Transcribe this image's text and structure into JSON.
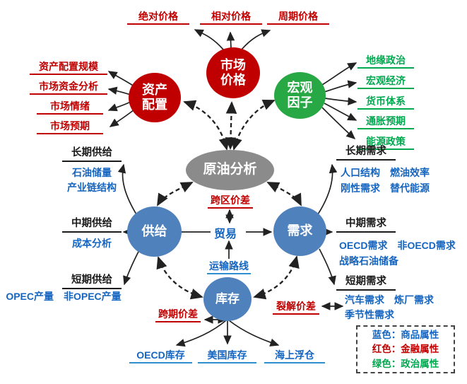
{
  "title": "原油分析框架图",
  "colors": {
    "red": "#c00000",
    "blue": "#1565c0",
    "blue-u": "#2e8fce",
    "green": "#00a84f",
    "black": "#1a1a1a",
    "circle-blue": "#4f81bd",
    "circle-green": "#27a844",
    "gray": "#8b8b8b"
  },
  "hubs": {
    "center": "原油分析",
    "market_price": "市场\n价格",
    "asset_alloc": "资产\n配置",
    "macro_factor": "宏观\n因子",
    "supply": "供给",
    "demand": "需求",
    "inventory": "库存",
    "trade": "贸易"
  },
  "price_labels": [
    "绝对价格",
    "相对价格",
    "周期价格"
  ],
  "asset_labels": [
    "资产配置规模",
    "市场资金分析",
    "市场情绪",
    "市场预期"
  ],
  "macro_labels": [
    "地缘政治",
    "宏观经济",
    "货币体系",
    "通胀预期",
    "能源政策"
  ],
  "supply_sections": [
    {
      "title": "长期供给",
      "items": [
        "石油储量",
        "产业链结构"
      ]
    },
    {
      "title": "中期供给",
      "items": [
        "成本分析"
      ]
    },
    {
      "title": "短期供给",
      "items": [
        "OPEC产量　非OPEC产量"
      ]
    }
  ],
  "demand_sections": [
    {
      "title": "长期需求",
      "items": [
        "人口结构　燃油效率",
        "刚性需求　替代能源"
      ]
    },
    {
      "title": "中期需求",
      "items": [
        "OECD需求　非OECD需求",
        "战略石油储备"
      ]
    },
    {
      "title": "短期需求",
      "items": [
        "汽车需求　炼厂需求",
        "季节性需求"
      ]
    }
  ],
  "spreads": {
    "cross_region": "跨区价差",
    "calendar": "跨期价差",
    "crack": "裂解价差"
  },
  "trade_route": "运输路线",
  "inventory_labels": [
    "OECD库存",
    "美国库存",
    "海上浮仓"
  ],
  "legend": {
    "items": [
      {
        "text": "蓝色：商品属性",
        "color": "#1565c0"
      },
      {
        "text": "红色：金融属性",
        "color": "#c00000"
      },
      {
        "text": "绿色：政治属性",
        "color": "#00a84f"
      }
    ]
  }
}
